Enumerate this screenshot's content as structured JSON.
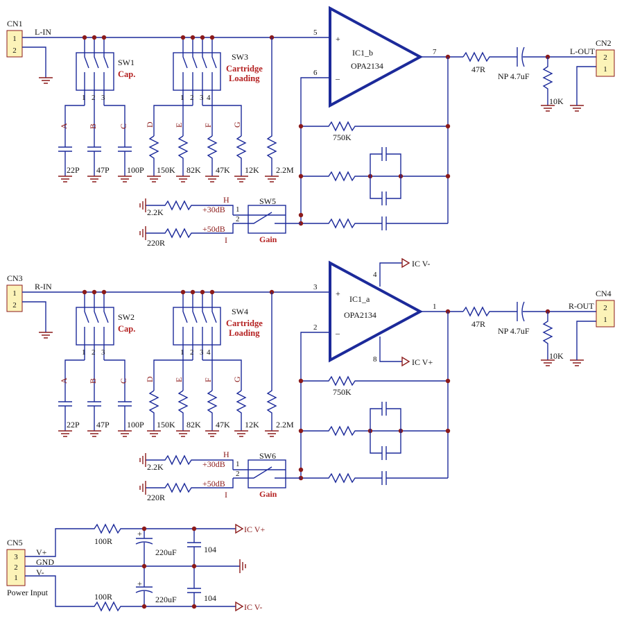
{
  "left_channel": {
    "connector": {
      "ref": "CN1",
      "pins": [
        "1",
        "2"
      ],
      "net": "L-IN"
    },
    "cap_switch": {
      "ref": "SW1",
      "title": "Cap.",
      "pins": [
        "1",
        "2",
        "3"
      ],
      "branches": [
        {
          "letter": "A",
          "value": "22P"
        },
        {
          "letter": "B",
          "value": "47P"
        },
        {
          "letter": "C",
          "value": "100P"
        }
      ]
    },
    "load_switch": {
      "ref": "SW3",
      "title1": "Cartridge",
      "title2": "Loading",
      "pins": [
        "1",
        "2",
        "3",
        "4"
      ],
      "branches": [
        {
          "letter": "D",
          "value": "150K"
        },
        {
          "letter": "E",
          "value": "82K"
        },
        {
          "letter": "F",
          "value": "47K"
        },
        {
          "letter": "G",
          "value": "12K"
        }
      ]
    },
    "shunt_resistor": "2.2M",
    "opamp": {
      "ref": "IC1_b",
      "part": "OPA2134",
      "pin_plus": "5",
      "pin_minus": "6",
      "pin_out": "7",
      "plus": "+",
      "minus": "–"
    },
    "feedback_resistor": "750K",
    "gain_switch": {
      "ref": "SW5",
      "title": "Gain",
      "pin1": "1",
      "pin2": "2",
      "h_label": "H",
      "h_gain": "+30dB",
      "h_res": "2.2K",
      "i_label": "I",
      "i_gain": "+50dB",
      "i_res": "220R"
    },
    "out_resistor": "47R",
    "out_cap": "NP 4.7uF",
    "load_resistor": "10K",
    "out_connector": {
      "ref": "CN2",
      "pins": [
        "2",
        "1"
      ],
      "net": "L-OUT"
    }
  },
  "right_channel": {
    "connector": {
      "ref": "CN3",
      "pins": [
        "1",
        "2"
      ],
      "net": "R-IN"
    },
    "cap_switch": {
      "ref": "SW2",
      "title": "Cap.",
      "pins": [
        "1",
        "2",
        "3"
      ],
      "branches": [
        {
          "letter": "A",
          "value": "22P"
        },
        {
          "letter": "B",
          "value": "47P"
        },
        {
          "letter": "C",
          "value": "100P"
        }
      ]
    },
    "load_switch": {
      "ref": "SW4",
      "title1": "Cartridge",
      "title2": "Loading",
      "pins": [
        "1",
        "2",
        "3",
        "4"
      ],
      "branches": [
        {
          "letter": "D",
          "value": "150K"
        },
        {
          "letter": "E",
          "value": "82K"
        },
        {
          "letter": "F",
          "value": "47K"
        },
        {
          "letter": "G",
          "value": "12K"
        }
      ]
    },
    "shunt_resistor": "2.2M",
    "opamp": {
      "ref": "IC1_a",
      "part": "OPA2134",
      "pin_plus": "3",
      "pin_minus": "2",
      "pin_out": "1",
      "plus": "+",
      "minus": "–",
      "pin_vneg": "4",
      "pin_vpos": "8",
      "vneg_label": "IC V-",
      "vpos_label": "IC V+"
    },
    "feedback_resistor": "750K",
    "gain_switch": {
      "ref": "SW6",
      "title": "Gain",
      "pin1": "1",
      "pin2": "2",
      "h_label": "H",
      "h_gain": "+30dB",
      "h_res": "2.2K",
      "i_label": "I",
      "i_gain": "+50dB",
      "i_res": "220R"
    },
    "out_resistor": "47R",
    "out_cap": "NP 4.7uF",
    "load_resistor": "10K",
    "out_connector": {
      "ref": "CN4",
      "pins": [
        "2",
        "1"
      ],
      "net": "R-OUT"
    }
  },
  "power": {
    "connector": {
      "ref": "CN5",
      "name": "Power Input",
      "pins": [
        "3",
        "2",
        "1"
      ],
      "nets": [
        "V+",
        "GND",
        "V-"
      ]
    },
    "resistor_top": "100R",
    "resistor_bottom": "100R",
    "cap_top": "220uF",
    "cap_bottom": "220uF",
    "pol": "+",
    "decoup_top": "104",
    "decoup_bottom": "104",
    "out_pos": "IC V+",
    "out_neg": "IC V-"
  }
}
